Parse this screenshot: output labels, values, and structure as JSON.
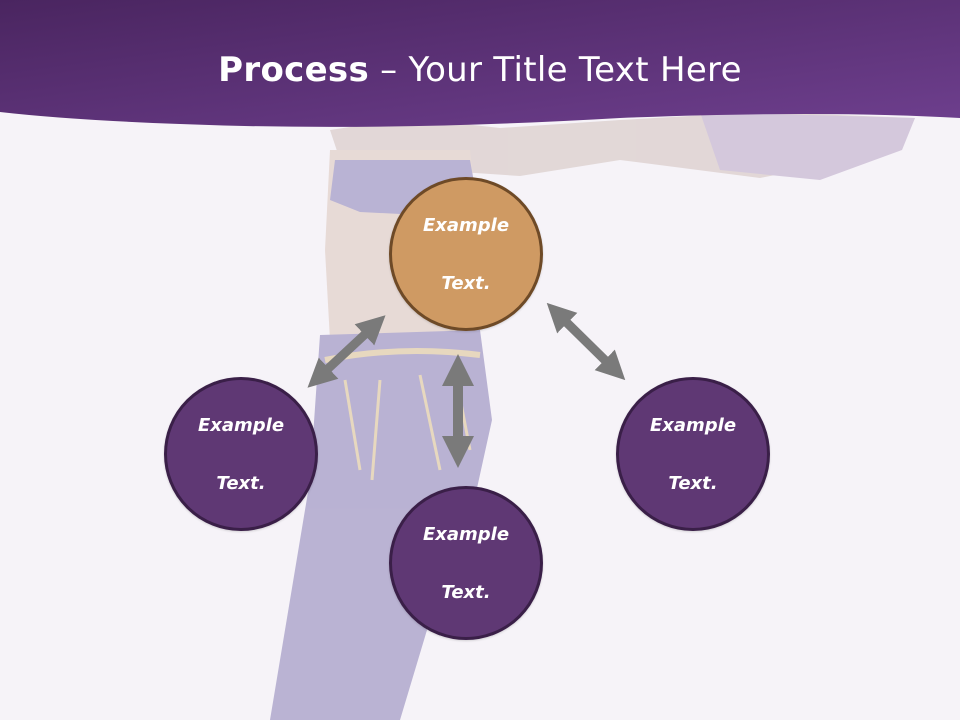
{
  "slide": {
    "title_bold": "Process",
    "title_rest": " – Your Title Text Here"
  },
  "diagram": {
    "nodes": {
      "center": {
        "line1": "Example",
        "line2": "Text."
      },
      "left": {
        "line1": "Example",
        "line2": "Text."
      },
      "right": {
        "line1": "Example",
        "line2": "Text."
      },
      "bottom": {
        "line1": "Example",
        "line2": "Text."
      }
    }
  },
  "colors": {
    "header": "#5b2e7a",
    "center_node": "#cf9a63",
    "outer_nodes": "#5f3874",
    "arrows": "#7a7a7a"
  }
}
